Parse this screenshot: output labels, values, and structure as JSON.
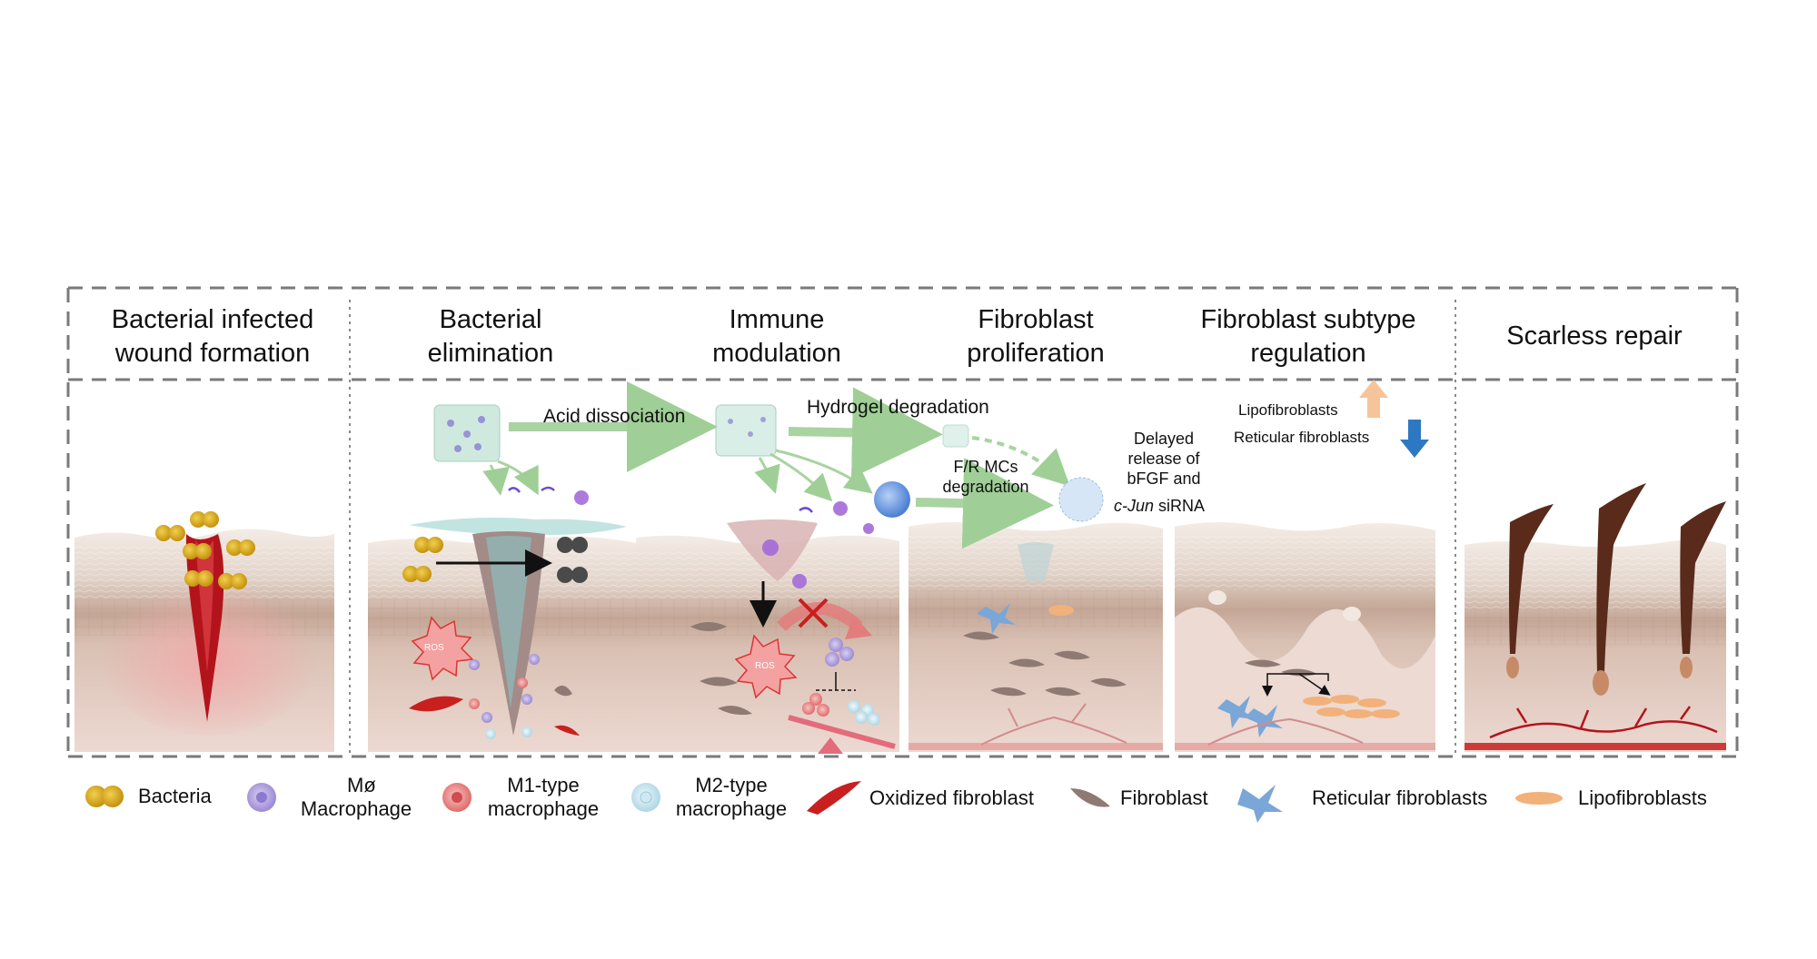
{
  "stages": {
    "s1": "Bacterial infected wound formation",
    "s2": "Bacterial elimination",
    "s3": "Immune modulation",
    "s4": "Fibroblast proliferation",
    "s5": "Fibroblast subtype regulation",
    "s6": "Scarless repair"
  },
  "process": {
    "acid": "Acid dissociation",
    "hydrogel": "Hydrogel degradation",
    "frmc": "F/R MCs degradation",
    "delayed": "Delayed release of bFGF and",
    "cjun": "c-Jun",
    "sirna": " siRNA",
    "lipo": "Lipofibroblasts",
    "retic": "Reticular fibroblasts",
    "ros": "ROS"
  },
  "legend": {
    "bacteria": "Bacteria",
    "mo_symbol": "Mø",
    "mo": "Macrophage",
    "m1_a": "M1-type",
    "m1_b": "macrophage",
    "m2_a": "M2-type",
    "m2_b": "macrophage",
    "oxidized": "Oxidized fibroblast",
    "fibroblast": "Fibroblast",
    "reticular": "Reticular fibroblasts",
    "lipo": "Lipofibroblasts"
  },
  "colors": {
    "dash": "#7a7a7a",
    "skin_top": "#e4d6cd",
    "skin_mid": "#c9aa9b",
    "dermis": "#ecdad3",
    "wound": "#b3141c",
    "bacteria": "#d8a81c",
    "macrophage": "#a99ad8",
    "m1": "#e37c7c",
    "m2": "#b8dbe8",
    "oxidized": "#c8201f",
    "fibroblast": "#8e7a72",
    "reticular": "#7aa6d8",
    "lipo": "#f2b17a",
    "green_arrow": "#a9d3a0",
    "arrow_up": "#f6c49a",
    "arrow_down": "#2e78c2"
  }
}
